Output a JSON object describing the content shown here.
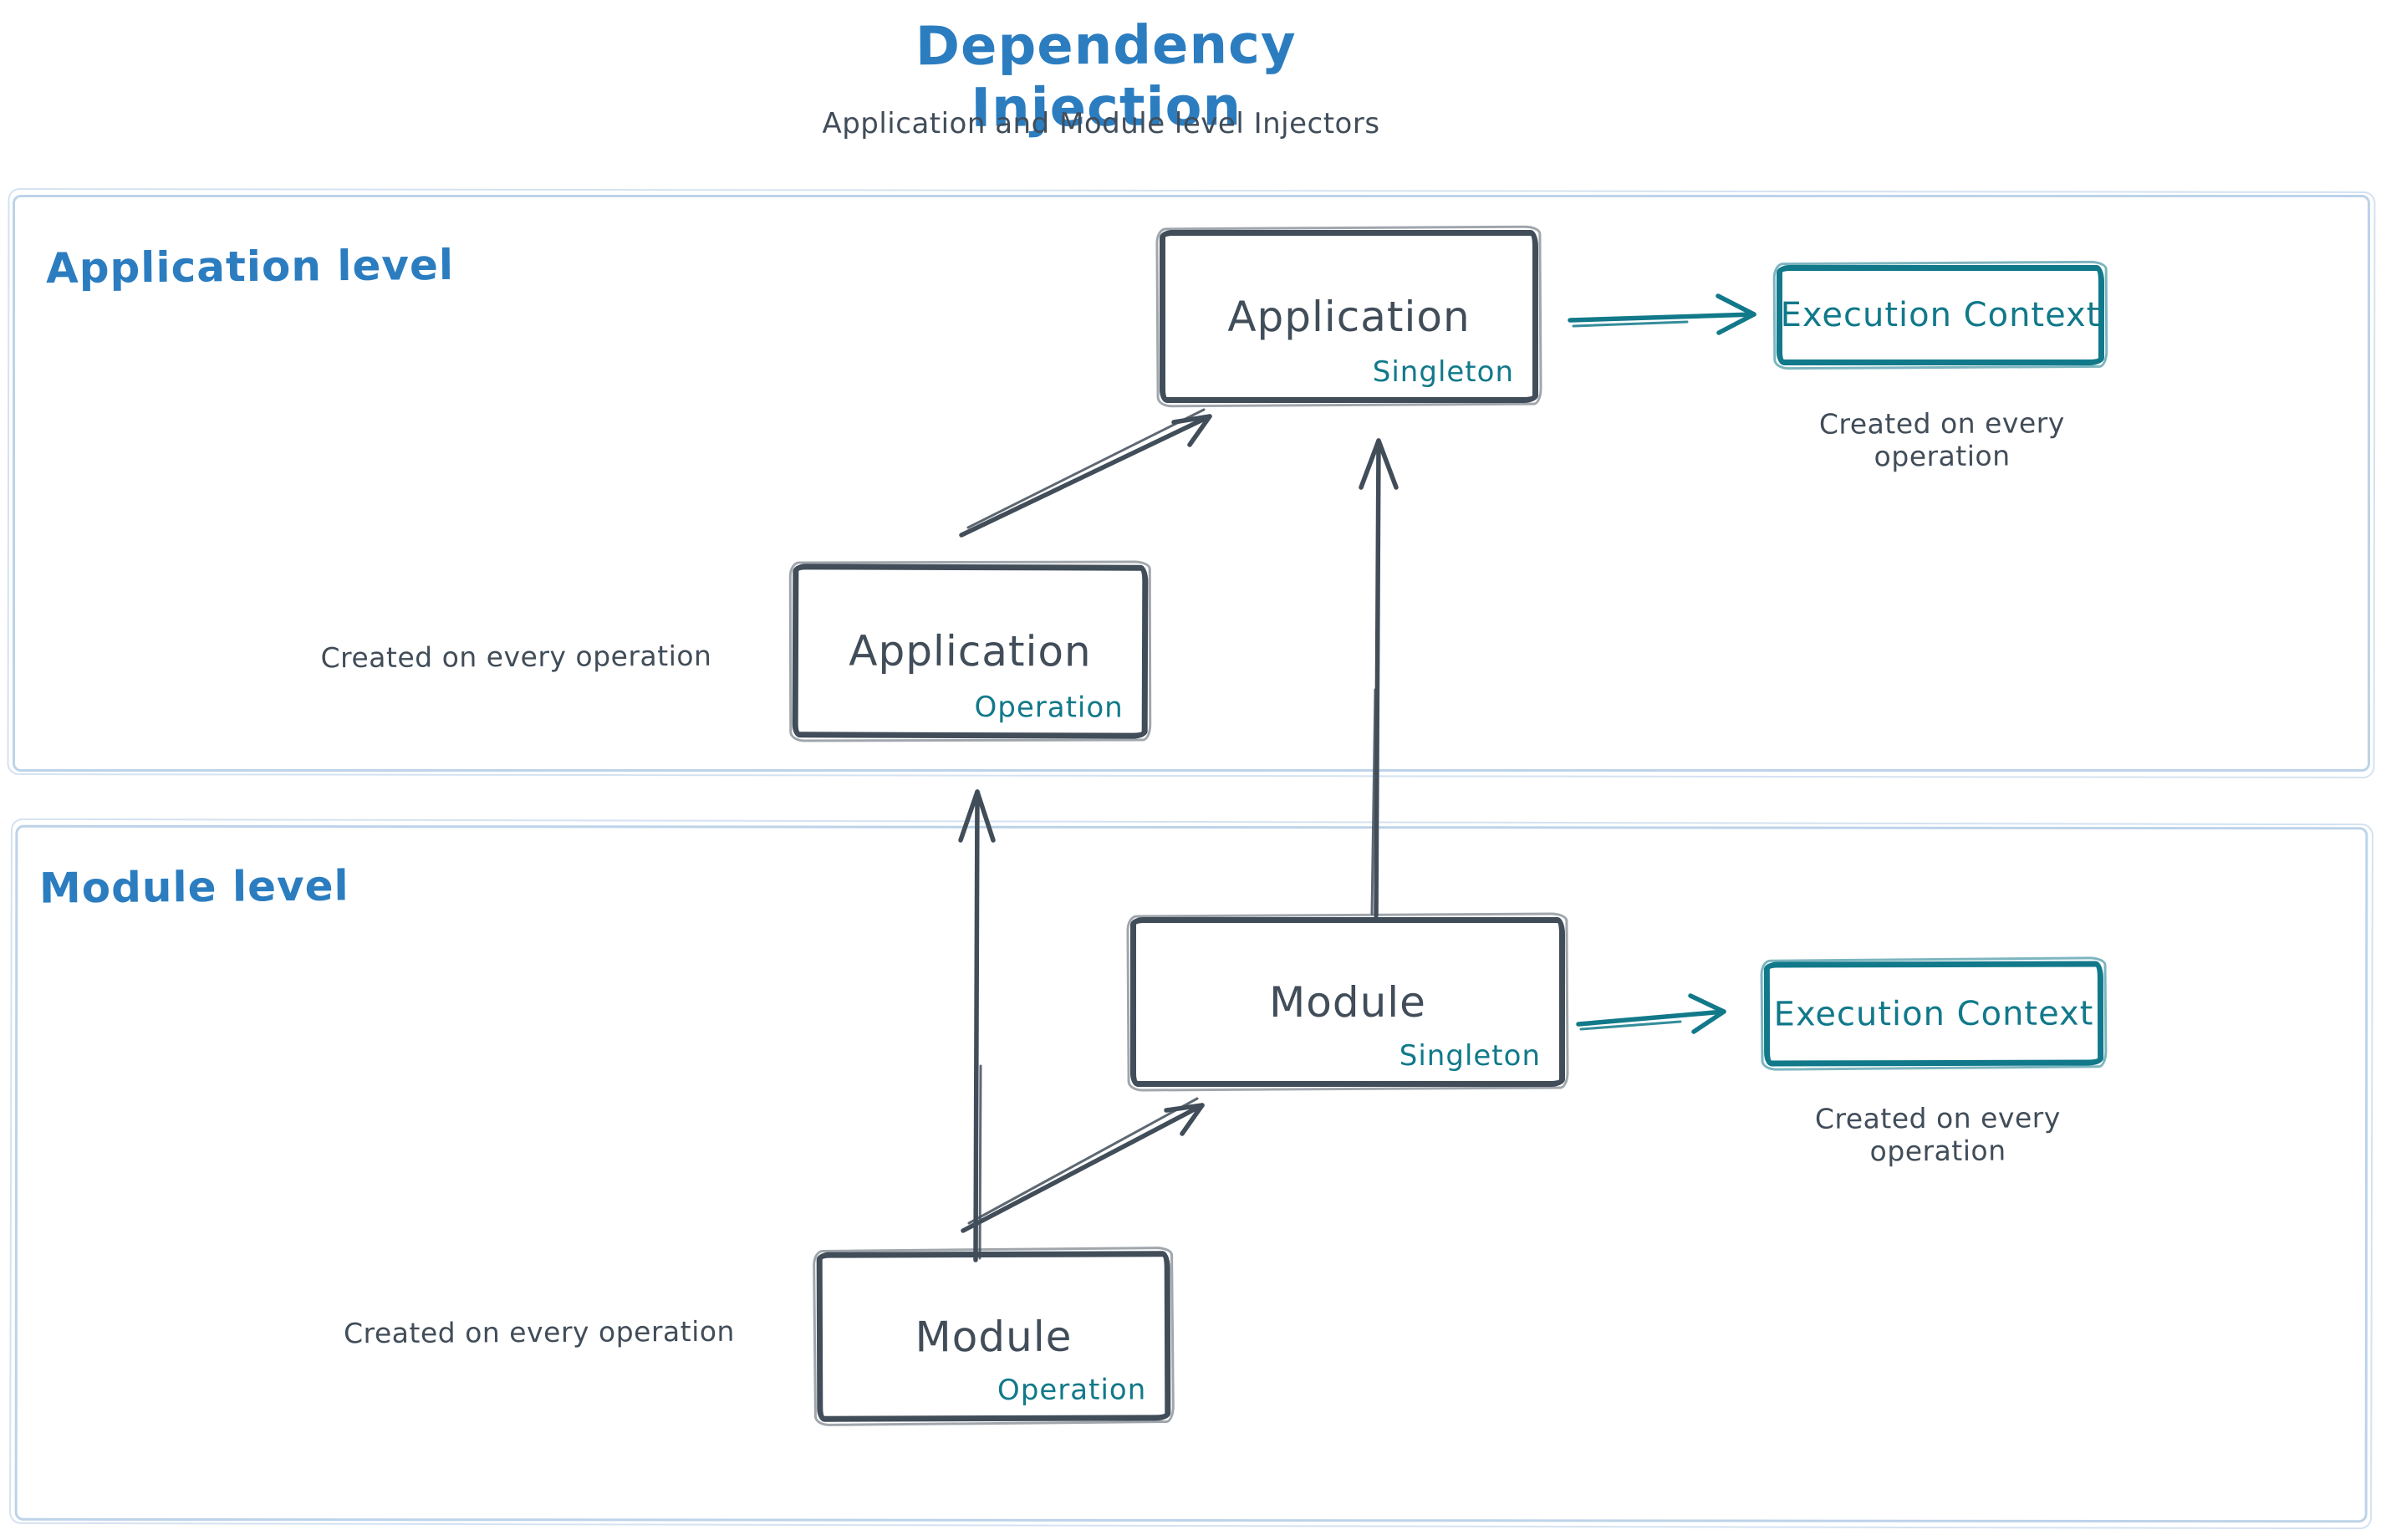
{
  "title": {
    "text": "Dependency Injection",
    "subtitle": "Application and Module level Injectors"
  },
  "colors": {
    "blue": "#2b7dc0",
    "ink": "#414d59",
    "teal": "#11798a",
    "frame": "#bdd3e9"
  },
  "sections": {
    "application": {
      "label": "Application level",
      "nodes": {
        "singleton": {
          "title": "Application",
          "badge": "Singleton"
        },
        "operation": {
          "title": "Application",
          "badge": "Operation"
        },
        "execution_context": {
          "title": "Execution Context"
        }
      },
      "captions": {
        "operation_note": "Created on every operation",
        "execution_note": "Created on every operation"
      }
    },
    "module": {
      "label": "Module level",
      "nodes": {
        "singleton": {
          "title": "Module",
          "badge": "Singleton"
        },
        "operation": {
          "title": "Module",
          "badge": "Operation"
        },
        "execution_context": {
          "title": "Execution Context"
        }
      },
      "captions": {
        "operation_note": "Created on every operation",
        "execution_note": "Created on every operation"
      }
    }
  }
}
